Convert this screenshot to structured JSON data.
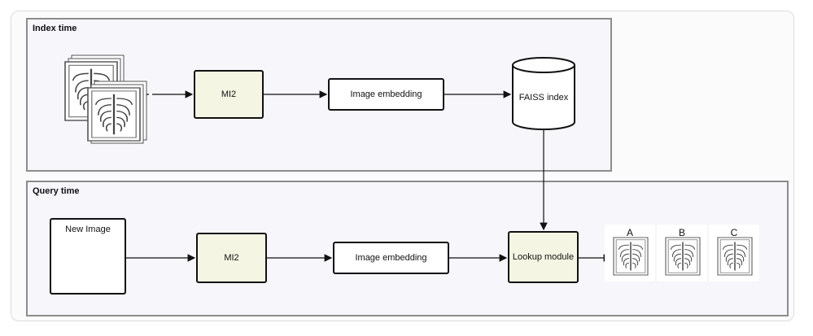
{
  "panels": {
    "index_title": "Index time",
    "query_title": "Query time"
  },
  "index_row": {
    "model": "MI2",
    "embedding": "Image embedding",
    "store": "FAISS index"
  },
  "query_row": {
    "new_image": "New Image",
    "model": "MI2",
    "embedding": "Image embedding",
    "lookup": "Lookup module"
  },
  "results": [
    "A",
    "B",
    "C"
  ],
  "colors": {
    "panel_bg": "#f6f6fb",
    "panel_border": "#8c8c8c",
    "model_fill": "#f4f5e3",
    "stroke": "#111111"
  }
}
